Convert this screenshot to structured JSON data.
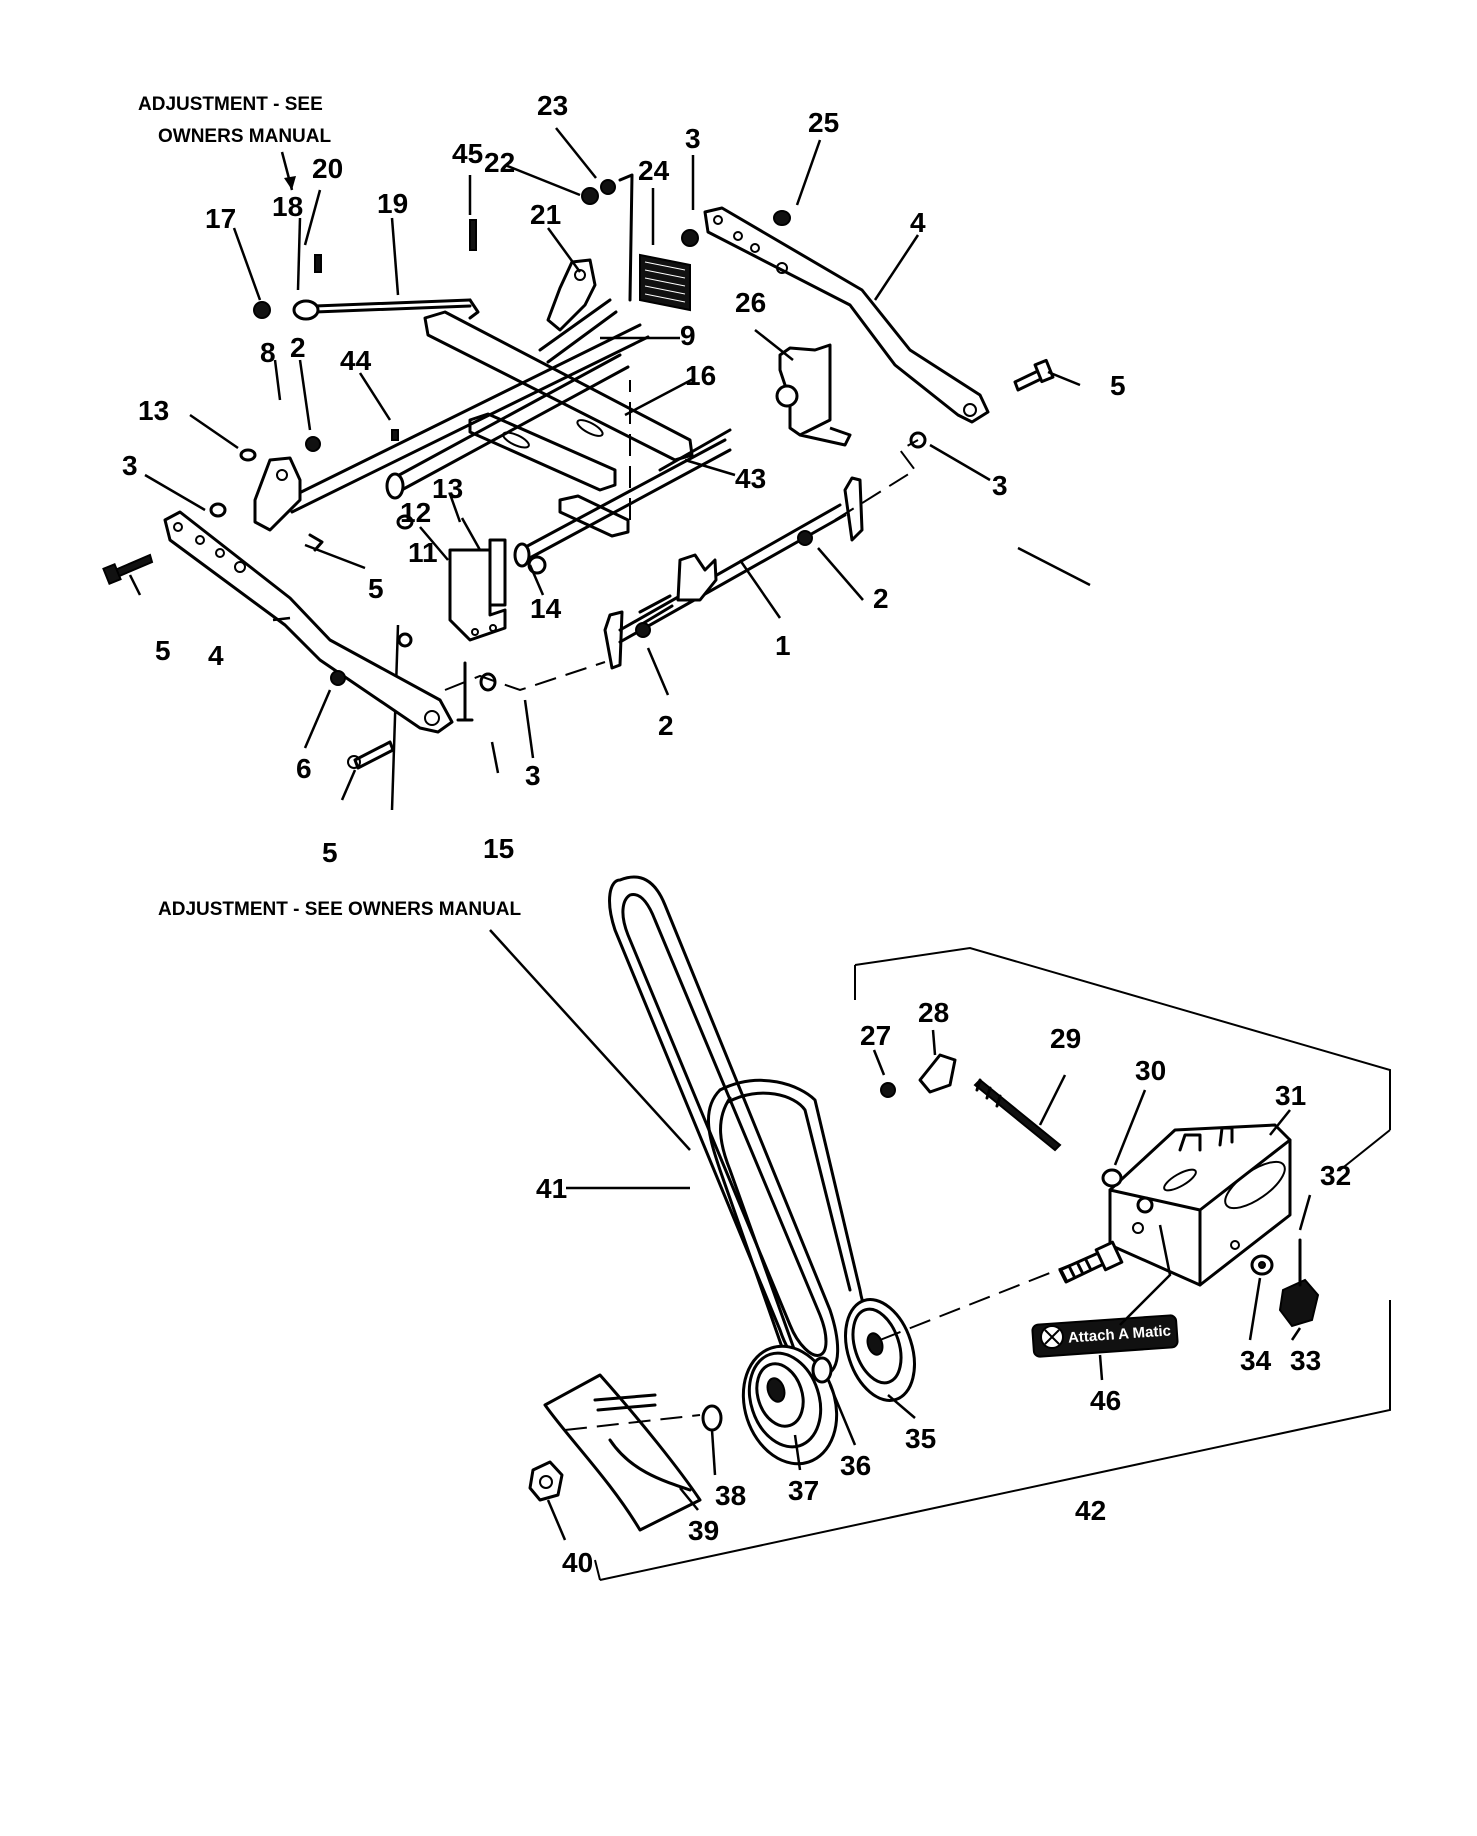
{
  "notes": {
    "adjustment_top_line1": "ADJUSTMENT - SEE",
    "adjustment_top_line2": "OWNERS MANUAL",
    "adjustment_bottom": "ADJUSTMENT - SEE OWNERS MANUAL"
  },
  "decal_text": "Attach A Matic",
  "callouts": {
    "c1": "1",
    "c2a": "2",
    "c2b": "2",
    "c2c": "2",
    "c3a": "3",
    "c3b": "3",
    "c3c": "3",
    "c3d": "3",
    "c4a": "4",
    "c4b": "4",
    "c5a": "5",
    "c5b": "5",
    "c5c": "5",
    "c5d": "5",
    "c6": "6",
    "c8": "8",
    "c9": "9",
    "c11": "11",
    "c12": "12",
    "c13a": "13",
    "c13b": "13",
    "c14": "14",
    "c15": "15",
    "c16": "16",
    "c17": "17",
    "c18": "18",
    "c19": "19",
    "c20": "20",
    "c21": "21",
    "c22": "22",
    "c23": "23",
    "c24": "24",
    "c25": "25",
    "c26": "26",
    "c27": "27",
    "c28": "28",
    "c29": "29",
    "c30": "30",
    "c31": "31",
    "c32": "32",
    "c33": "33",
    "c34": "34",
    "c35": "35",
    "c36": "36",
    "c37": "37",
    "c38": "38",
    "c39": "39",
    "c40": "40",
    "c41": "41",
    "c42": "42",
    "c43": "43",
    "c44": "44",
    "c45": "45",
    "c46": "46"
  }
}
